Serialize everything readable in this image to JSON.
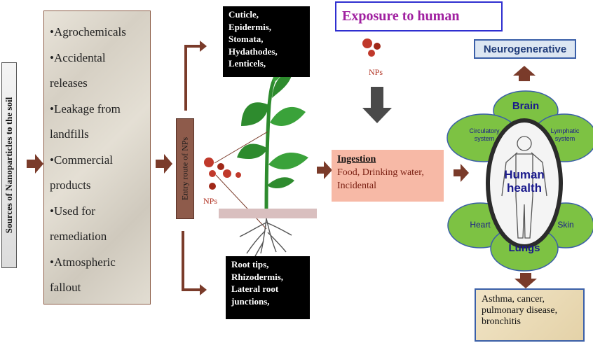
{
  "sources_label": "Sources of Nanoparticles to the soil",
  "sources": [
    "•Agrochemicals",
    "•Accidental releases",
    "•Leakage from landfills",
    "•Commercial products",
    "•Used for remediation",
    "•Atmospheric fallout"
  ],
  "entry_label": "Entry route of NPs",
  "np_label": "NPs",
  "upper_routes": [
    "Cuticle,",
    "Epidermis,",
    "Stomata,",
    "Hydathodes,",
    "Lenticels,"
  ],
  "lower_routes": [
    "Root tips,",
    "Rhizodermis,",
    "Lateral root",
    "junctions,"
  ],
  "exposure": "Exposure to human",
  "ingestion": {
    "title": "Ingestion",
    "text": "Food, Drinking water, Incidental"
  },
  "neuro": "Neurogenerative",
  "organs": {
    "brain": "Brain",
    "circulatory": "Circulatory system",
    "lymphatic": "Lymphatic system",
    "heart": "Heart",
    "skin": "Skin",
    "lungs": "Lungs"
  },
  "human_health": "Human health",
  "effects": "Asthma, cancer, pulmonary disease, bronchitis",
  "colors": {
    "arrow": "#7a3b2a",
    "petal": "#7dc243",
    "text_blue": "#1a1a8c",
    "np": "#c0392b"
  }
}
